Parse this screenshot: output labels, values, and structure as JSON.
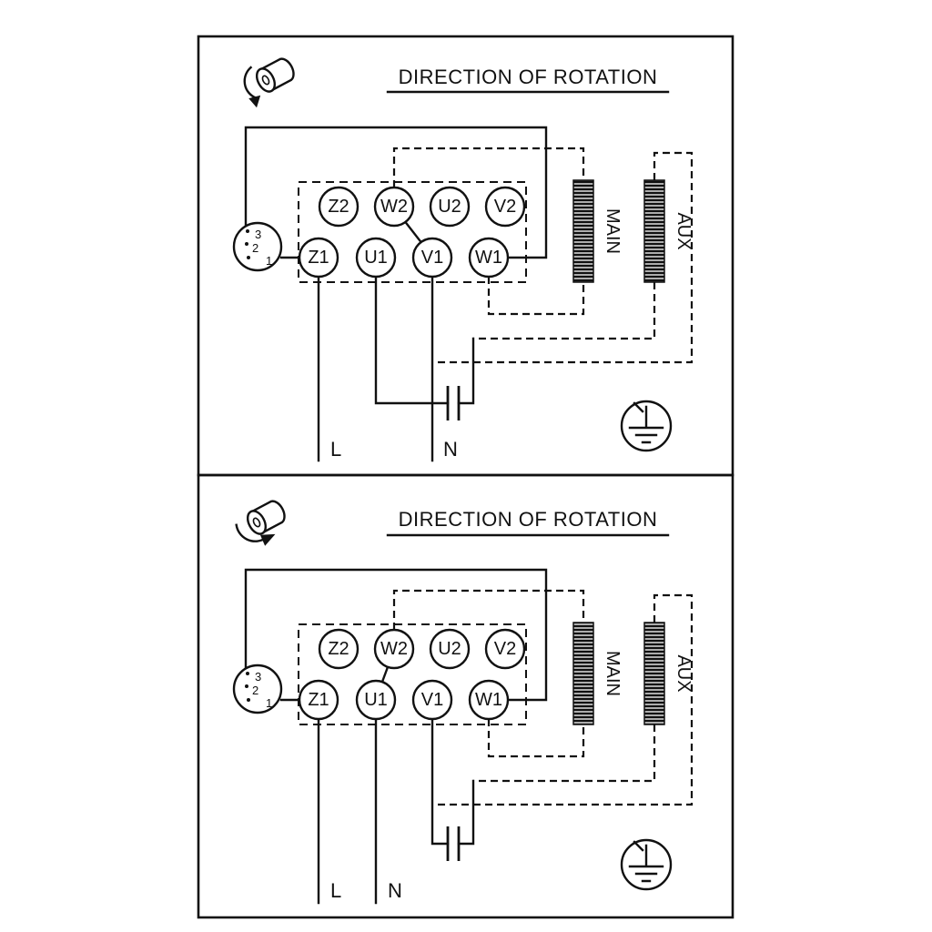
{
  "colors": {
    "ink": "#111111",
    "background": "#ffffff"
  },
  "panel1": {
    "title": "DIRECTION OF ROTATION",
    "terminals": {
      "z2": "Z2",
      "w2": "W2",
      "u2": "U2",
      "v2": "V2",
      "z1": "Z1",
      "u1": "U1",
      "v1": "V1",
      "w1": "W1"
    },
    "selector": {
      "pos3": "3",
      "pos2": "2",
      "pos1": "1"
    },
    "windings": {
      "main": "MAIN",
      "aux": "AUX"
    },
    "supply": {
      "line": "L",
      "neutral": "N"
    }
  },
  "panel2": {
    "title": "DIRECTION OF ROTATION",
    "terminals": {
      "z2": "Z2",
      "w2": "W2",
      "u2": "U2",
      "v2": "V2",
      "z1": "Z1",
      "u1": "U1",
      "v1": "V1",
      "w1": "W1"
    },
    "selector": {
      "pos3": "3",
      "pos2": "2",
      "pos1": "1"
    },
    "windings": {
      "main": "MAIN",
      "aux": "AUX"
    },
    "supply": {
      "line": "L",
      "neutral": "N"
    }
  }
}
